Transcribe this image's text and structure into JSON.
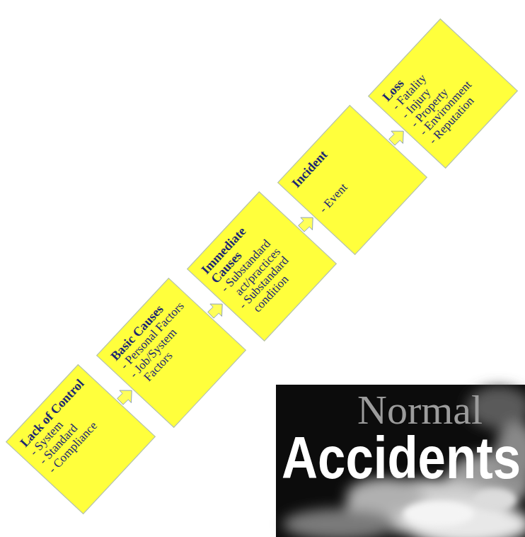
{
  "diagram": {
    "nodes": [
      {
        "text": [
          "Lack of Control",
          "- System",
          "- Standard",
          "- Compliance"
        ]
      },
      {
        "text": [
          "Basic Causes",
          "- Personal Factors",
          "- Job/System Factors"
        ]
      },
      {
        "text": [
          "Immediate Causes",
          "- Substandard act/practices",
          "- Substandard condition"
        ]
      },
      {
        "text": [
          "Incident",
          "- Event"
        ]
      },
      {
        "text": [
          "Loss",
          "- Fatality",
          "- Injury",
          "- Property",
          "- Environment",
          "- Reputation"
        ]
      }
    ],
    "edges": [
      {
        "from": 0,
        "to": 1,
        "arrow": "to"
      },
      {
        "from": 1,
        "to": 2,
        "arrow": "to"
      },
      {
        "from": 2,
        "to": 3,
        "arrow": "to"
      },
      {
        "from": 3,
        "to": 4,
        "arrow": "to"
      }
    ],
    "labels": [
      "Normal",
      "Accidents"
    ]
  }
}
